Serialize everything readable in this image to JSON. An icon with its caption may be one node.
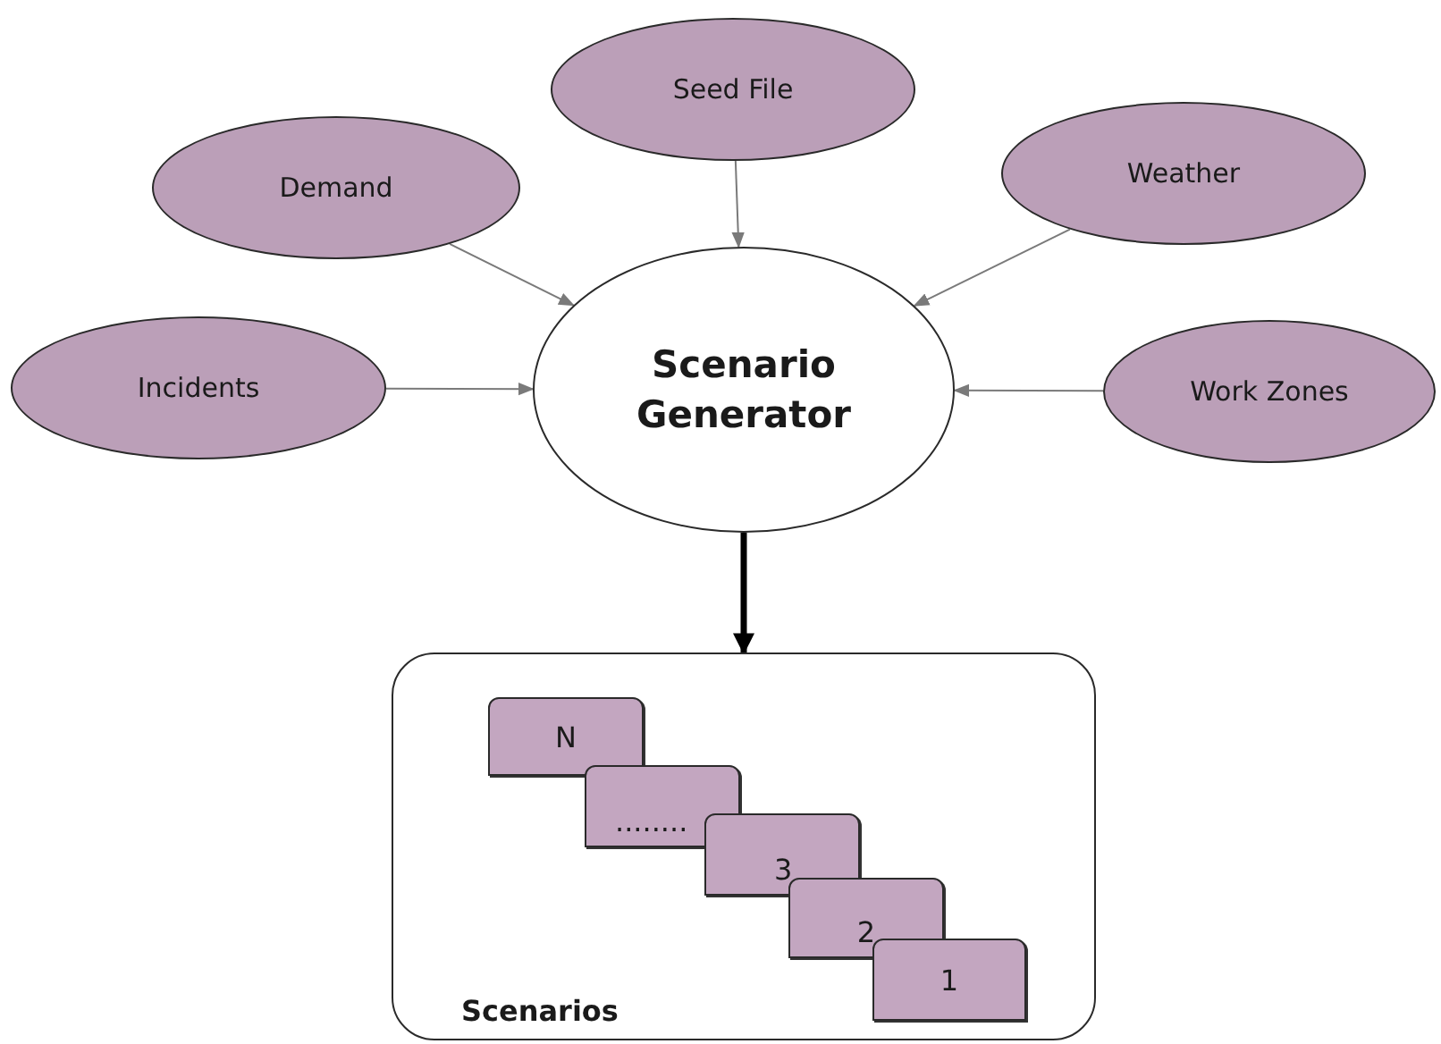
{
  "diagram": {
    "nodes": [
      {
        "text": [
          "Seed File"
        ]
      },
      {
        "text": [
          "Demand"
        ]
      },
      {
        "text": [
          "Weather"
        ]
      },
      {
        "text": [
          "Incidents"
        ]
      },
      {
        "text": [
          "Scenario Generator"
        ]
      },
      {
        "text": [
          "Work Zones"
        ]
      },
      {
        "text": [
          "Scenarios"
        ]
      },
      {
        "text": [
          "N"
        ],
        "in": 6
      },
      {
        "text": [
          "........"
        ],
        "in": 6
      },
      {
        "text": [
          "3"
        ],
        "in": 6
      },
      {
        "text": [
          "2"
        ],
        "in": 6
      },
      {
        "text": [
          "1"
        ],
        "in": 6
      }
    ],
    "edges": [
      {
        "from": 0,
        "to": 4,
        "arrow": "to"
      },
      {
        "from": 1,
        "to": 4,
        "arrow": "to"
      },
      {
        "from": 2,
        "to": 4,
        "arrow": "to"
      },
      {
        "from": 3,
        "to": 4,
        "arrow": "to"
      },
      {
        "from": 5,
        "to": 4,
        "arrow": "to"
      },
      {
        "from": 4,
        "to": 6,
        "arrow": "to",
        "style": "thick",
        "color": "#000000"
      }
    ]
  }
}
